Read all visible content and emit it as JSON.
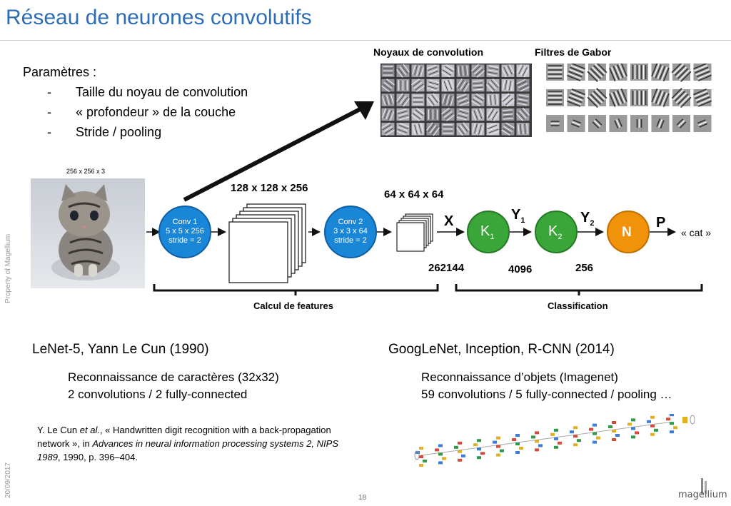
{
  "title": "Réseau de neurones convolutifs",
  "side_property": "Property of Magellium",
  "side_date": "20/09/2017",
  "page_number": "18",
  "logo": "magellium",
  "params": {
    "heading": "Paramètres :",
    "items": [
      "Taille du noyau de convolution",
      "« profondeur » de la couche",
      "Stride / pooling"
    ],
    "bullet": "-"
  },
  "kernels_title": "Noyaux de convolution",
  "gabor_title": "Filtres de Gabor",
  "diagram": {
    "input_size": "256 x 256 x 3",
    "conv1": [
      "Conv 1",
      "5 x 5 x 256",
      "stride = 2"
    ],
    "layer1_size": "128 x 128 x 256",
    "conv2": [
      "Conv 2",
      "3 x 3 x 64",
      "stride = 2"
    ],
    "layer2_size": "64 x 64 x 64",
    "x_label": "X",
    "x_dim": "262144",
    "k1": "K",
    "k1_sub": "1",
    "y1": "Y",
    "y1_sub": "1",
    "y1_dim": "4096",
    "k2": "K",
    "k2_sub": "2",
    "y2": "Y",
    "y2_sub": "2",
    "y2_dim": "256",
    "n": "N",
    "p": "P",
    "output": "« cat »",
    "features_caption": "Calcul de features",
    "classification_caption": "Classification",
    "colors": {
      "conv": "#1a86d8",
      "k": "#3aa63a",
      "n": "#f0920a"
    }
  },
  "lenet": {
    "title": "LeNet-5, Yann Le Cun (1990)",
    "line1": "Reconnaissance de caractères (32x32)",
    "line2": "2 convolutions / 2 fully-connected"
  },
  "googlenet": {
    "title": "GoogLeNet, Inception, R-CNN (2014)",
    "line1": "Reconnaissance d’objets (Imagenet)",
    "line2": "59 convolutions / 5 fully-connected / pooling …"
  },
  "reference": {
    "part1": "Y. Le Cun ",
    "etal": "et al.",
    "part2": ", « Handwritten digit recognition with a back-propagation network », in ",
    "venue": "Advances in neural information processing systems 2, NIPS 1989",
    "part3": ", 1990, p. 396–404."
  }
}
